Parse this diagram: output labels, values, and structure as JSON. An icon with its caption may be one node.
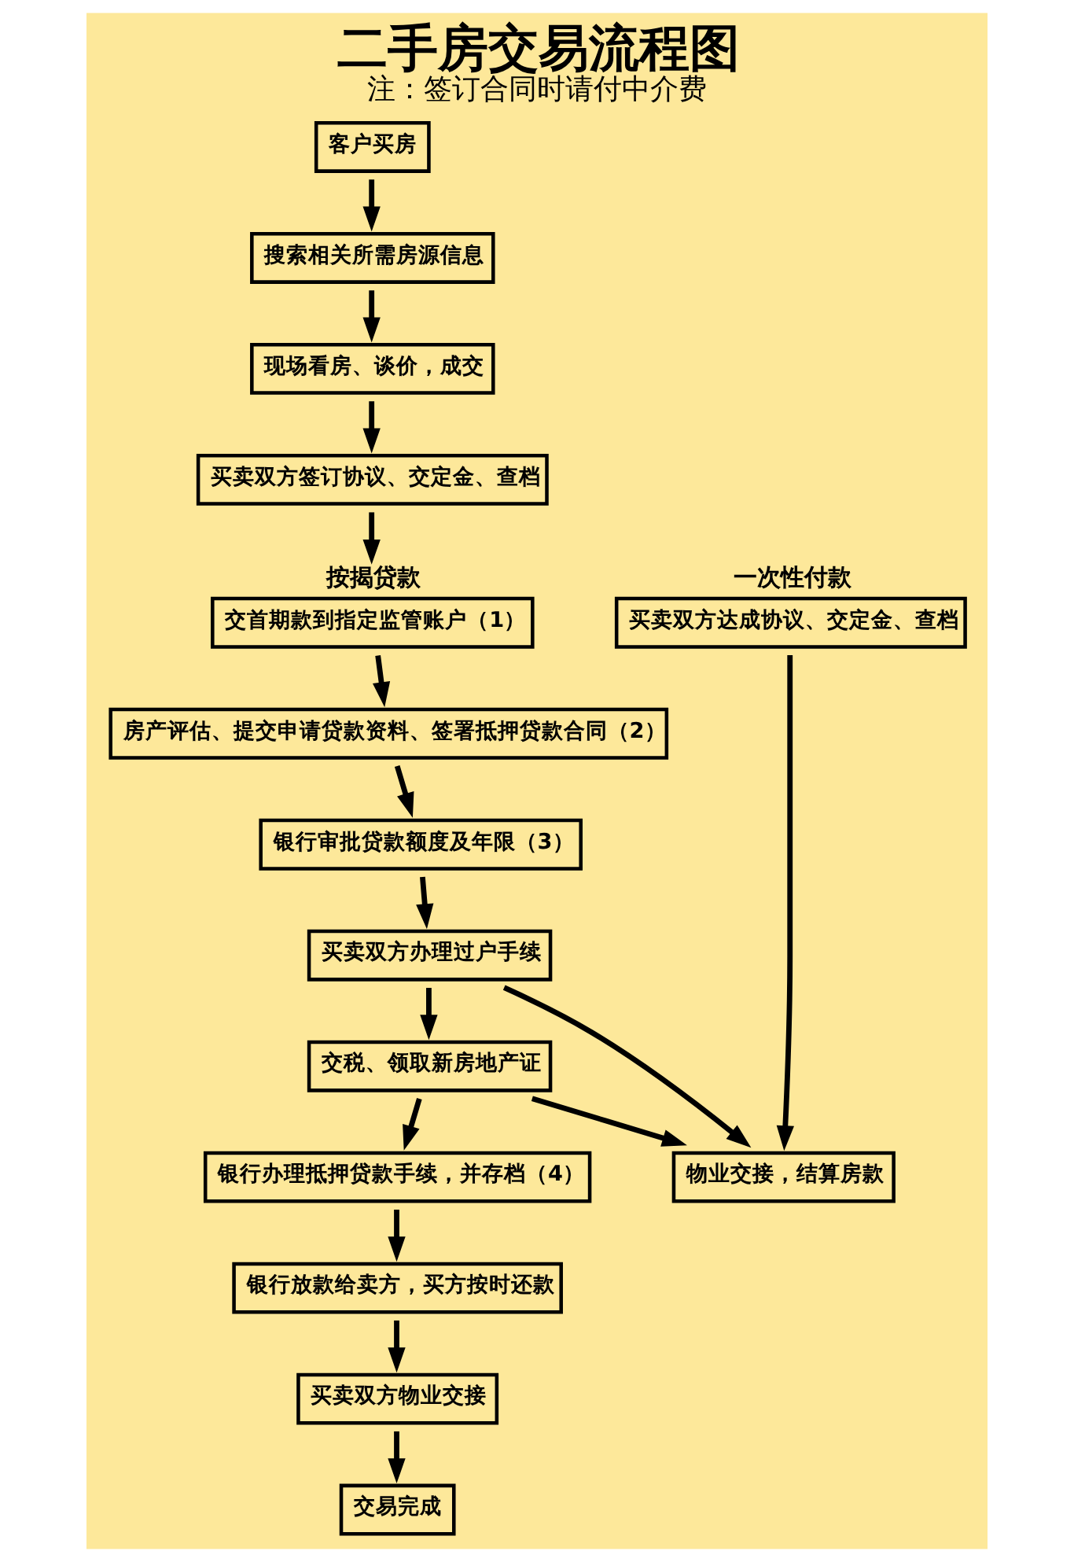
{
  "diagram": {
    "title": "二手房交易流程图",
    "caption": "注：签订合同时请付中介费",
    "nodes": [
      {
        "text": [
          "客户买房"
        ]
      },
      {
        "text": [
          "搜索相关所需房源信息"
        ]
      },
      {
        "text": [
          "现场看房、谈价，成交"
        ]
      },
      {
        "text": [
          "买卖双方签订协议、交定金、查档"
        ]
      },
      {
        "text": [
          "买卖双方达成协议、交定金、查档"
        ],
        "beside": [
          "一次性付款"
        ]
      },
      {
        "text": [
          "交首期款到指定监管账户（1）"
        ],
        "beside": [
          "按揭贷款"
        ]
      },
      {
        "text": [
          "房产评估、提交申请贷款资料、签署抵押贷款合同（2）"
        ]
      },
      {
        "text": [
          "银行审批贷款额度及年限（3）"
        ]
      },
      {
        "text": [
          "买卖双方办理过户手续"
        ]
      },
      {
        "text": [
          "交税、领取新房地产证"
        ]
      },
      {
        "text": [
          "物业交接，结算房款"
        ]
      },
      {
        "text": [
          "银行办理抵押贷款手续，并存档（4）"
        ]
      },
      {
        "text": [
          "银行放款给卖方，买方按时还款"
        ]
      },
      {
        "text": [
          "买卖双方物业交接"
        ]
      },
      {
        "text": [
          "交易完成"
        ]
      }
    ],
    "edges": [
      {
        "from": 0,
        "to": 1,
        "arrow": "to"
      },
      {
        "from": 1,
        "to": 2,
        "arrow": "to"
      },
      {
        "from": 2,
        "to": 3,
        "arrow": "to"
      },
      {
        "from": 3,
        "to": 5,
        "arrow": "to"
      },
      {
        "from": 5,
        "to": 6,
        "arrow": "to"
      },
      {
        "from": 6,
        "to": 7,
        "arrow": "to"
      },
      {
        "from": 7,
        "to": 8,
        "arrow": "to"
      },
      {
        "from": 8,
        "to": 9,
        "arrow": "to"
      },
      {
        "from": 9,
        "to": 11,
        "arrow": "to"
      },
      {
        "from": 11,
        "to": 12,
        "arrow": "to"
      },
      {
        "from": 12,
        "to": 13,
        "arrow": "to"
      },
      {
        "from": 13,
        "to": 14,
        "arrow": "to"
      },
      {
        "from": 4,
        "to": 10,
        "arrow": "to"
      },
      {
        "from": 8,
        "to": 10,
        "arrow": "to"
      },
      {
        "from": 9,
        "to": 10,
        "arrow": "to"
      }
    ]
  }
}
